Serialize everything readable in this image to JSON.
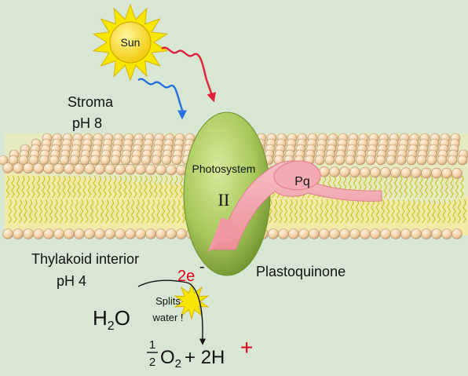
{
  "labels": {
    "sun": "Sun",
    "stroma": "Stroma",
    "stroma_ph": "pH 8",
    "photosystem": "Photosystem",
    "photosystem_numeral": "II",
    "pq": "Pq",
    "thylakoid_interior": "Thylakoid interior",
    "interior_ph": "pH 4",
    "plastoquinone": "Plastoquinone",
    "electrons": "2e",
    "electrons_charge": "-",
    "splits": "Splits",
    "water": "water !",
    "h2o_h": "H",
    "h2o_sub": "2",
    "h2o_o": "O",
    "frac_num": "1",
    "frac_den": "2",
    "o2_o": "O",
    "o2_sub": "2",
    "plus_2h": "+ 2H",
    "proton_charge": "+"
  },
  "colors": {
    "background": "#d7e7d3",
    "sun": "#f7e600",
    "red_wave": "#e0203a",
    "blue_wave": "#2a6fe0",
    "photosystem": "#a8c85a",
    "plastoquinone": "#f2a0a8",
    "lipid_head": "#f4d2a8",
    "lipid_tail": "#d8d22a",
    "charge_red": "#e2001a"
  }
}
